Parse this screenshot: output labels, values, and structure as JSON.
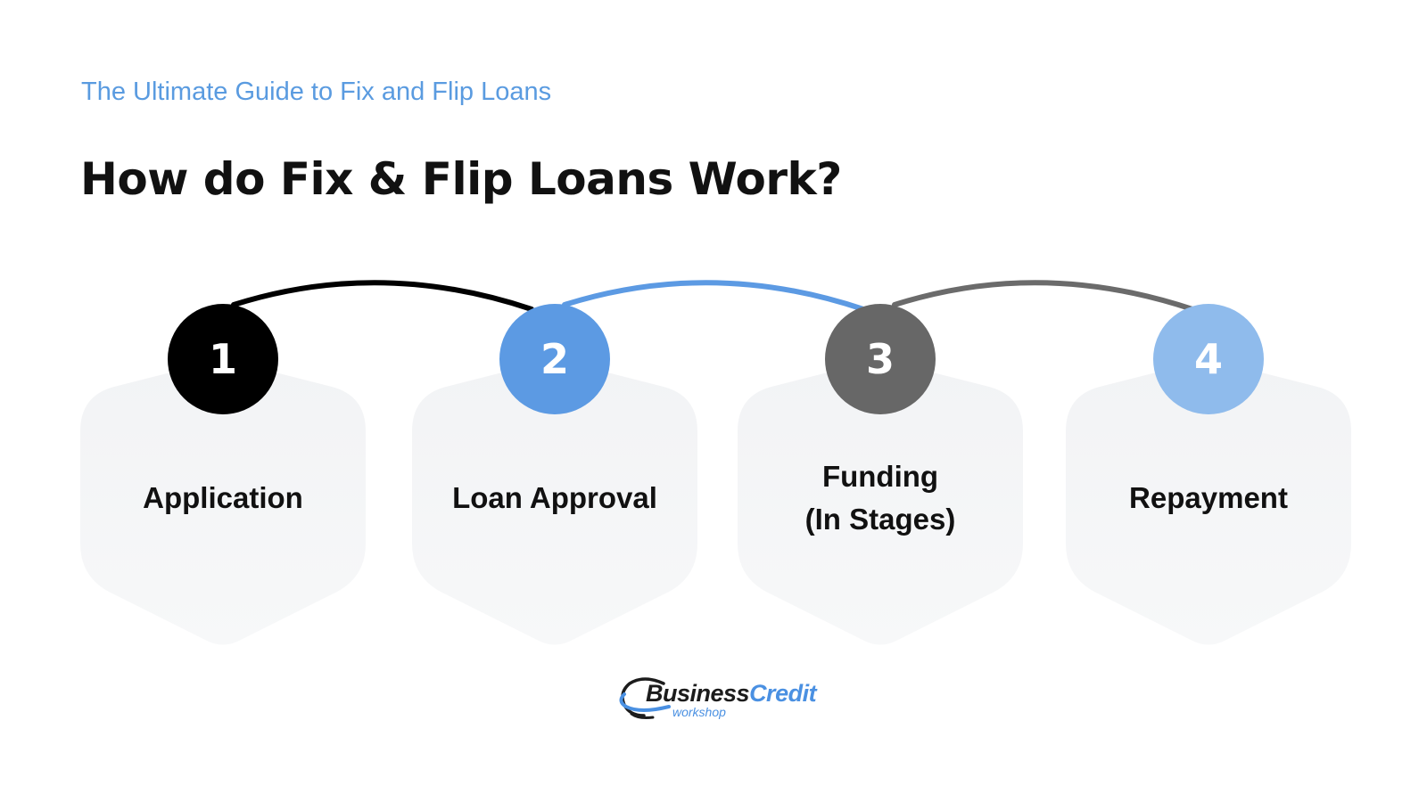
{
  "header": {
    "subtitle": "The Ultimate Guide to Fix and Flip Loans",
    "title": "How do Fix & Flip Loans Work?"
  },
  "steps": [
    {
      "number": "1",
      "label": "Application",
      "circle_color": "#000000",
      "connector_color": "#000000"
    },
    {
      "number": "2",
      "label": "Loan Approval",
      "circle_color": "#5c9ae3",
      "connector_color": "#5c9ae3"
    },
    {
      "number": "3",
      "label_lines": [
        "Funding",
        "(In Stages)"
      ],
      "circle_color": "#676767",
      "connector_color": "#6b6b6b"
    },
    {
      "number": "4",
      "label": "Repayment",
      "circle_color": "#8fbbec"
    }
  ],
  "colors": {
    "accent": "#5a9be0",
    "hexagon_fill": "#f4f5f7",
    "text": "#111111"
  },
  "logo": {
    "word_1": "Business",
    "word_2": "Credit",
    "tagline": "workshop",
    "icon": "orbit-swoosh-icon"
  }
}
